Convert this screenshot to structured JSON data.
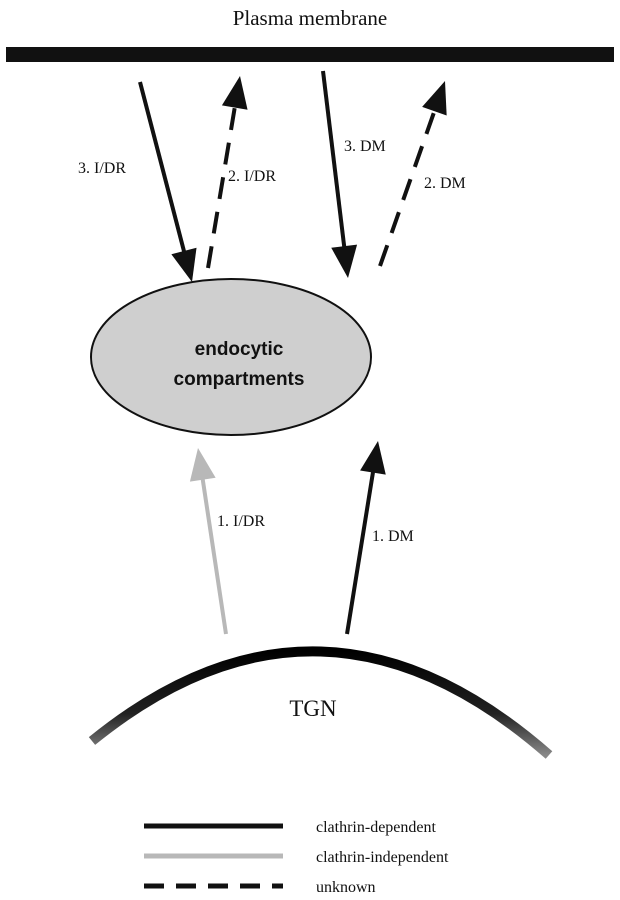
{
  "title": "Plasma membrane",
  "compartment": {
    "line1": "endocytic",
    "line2": "compartments"
  },
  "source": "TGN",
  "pathways": [
    {
      "id": "tgn-idr",
      "label": "1. I/DR",
      "style": "clathrin-independent"
    },
    {
      "id": "tgn-dm",
      "label": "1. DM",
      "style": "clathrin-dependent"
    },
    {
      "id": "pm-idr-up",
      "label": "2. I/DR",
      "style": "unknown"
    },
    {
      "id": "pm-dm-up",
      "label": "2. DM",
      "style": "unknown"
    },
    {
      "id": "pm-idr-down",
      "label": "3. I/DR",
      "style": "clathrin-dependent"
    },
    {
      "id": "pm-dm-down",
      "label": "3. DM",
      "style": "clathrin-dependent"
    }
  ],
  "legend": [
    {
      "style": "clathrin-dependent",
      "label": "clathrin-dependent"
    },
    {
      "style": "clathrin-independent",
      "label": "clathrin-independent"
    },
    {
      "style": "unknown",
      "label": "unknown"
    }
  ],
  "colors": {
    "clathrin-dependent": "#111111",
    "clathrin-independent": "#b8b8b8",
    "unknown": "#111111",
    "compartment-fill": "#cfcfcf"
  }
}
